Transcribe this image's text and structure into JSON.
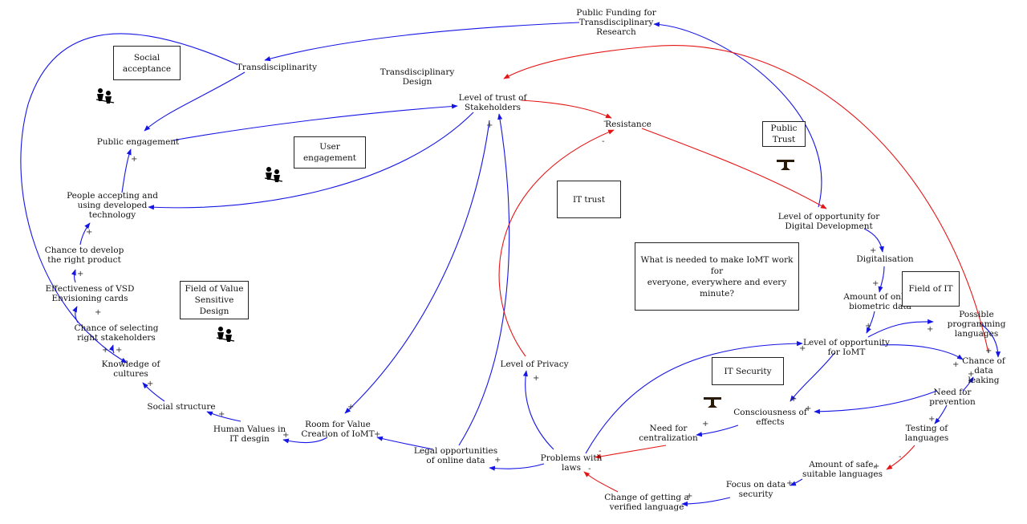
{
  "variables": {
    "public_funding": "Public Funding for\nTransdisciplinary\nResearch",
    "transdisciplinarity": "Transdisciplinarity",
    "transdisciplinary_design": "Transdisciplinary\nDesign",
    "level_of_trust": "Level of trust of\nStakeholders",
    "resistance": "Resistance",
    "public_engagement": "Public engagement",
    "people_accepting": "People accepting and\nusing developed\ntechnology",
    "chance_develop": "Chance to develop\nthe right product",
    "effectiveness_vsd": "Effectiveness of VSD\nEnvisioning cards",
    "chance_selecting": "Chance of selecting\nright stakeholders",
    "knowledge_cultures": "Knowledge of\ncultures",
    "social_structure": "Social structure",
    "human_values": "Human Values in\nIT desgin",
    "room_value": "Room for Value\nCreation of IoMT",
    "legal_opportunities": "Legal opportunities\nof online data",
    "level_privacy": "Level of Privacy",
    "problems_laws": "Problems with\nlaws",
    "change_verified": "Change of getting a\nverified language",
    "focus_security": "Focus on data\nsecurity",
    "amount_safe": "Amount of safe,\nsuitable languages",
    "testing_languages": "Testing of\nlanguages",
    "need_prevention": "Need for\nprevention",
    "chance_leaking": "Chance of data\nleaking",
    "possible_programming": "Possible programming\nlanguages",
    "opportunity_iomt": "Level of opportunity\nfor IoMT",
    "amount_biometric": "Amount of online\nbiometric data",
    "digitalisation": "Digitalisation",
    "opportunity_digital": "Level of opportunity for\nDigital Development",
    "consciousness_effects": "Consciousness of\neffects",
    "need_centralization": "Need for\ncentralization"
  },
  "boxes": {
    "social_acceptance": "Social acceptance",
    "user_engagement": "User engagement",
    "field_vsd": "Field of Value\nSensitive Design",
    "it_trust": "IT trust",
    "public_trust": "Public Trust",
    "question": "What is needed to make IoMT work for\neveryone, everywhere and every minute?",
    "field_it": "Field of IT",
    "it_security": "IT Security"
  },
  "polarity_symbols": {
    "plus": "+",
    "minus": "-"
  },
  "colors": {
    "positive_link": "#1515e6",
    "negative_link": "#e61515",
    "text": "#111111",
    "border": "#222222"
  },
  "icons": [
    "people-group-icon",
    "people-group-icon",
    "people-group-icon",
    "balance-scale-icon",
    "balance-scale-icon"
  ]
}
